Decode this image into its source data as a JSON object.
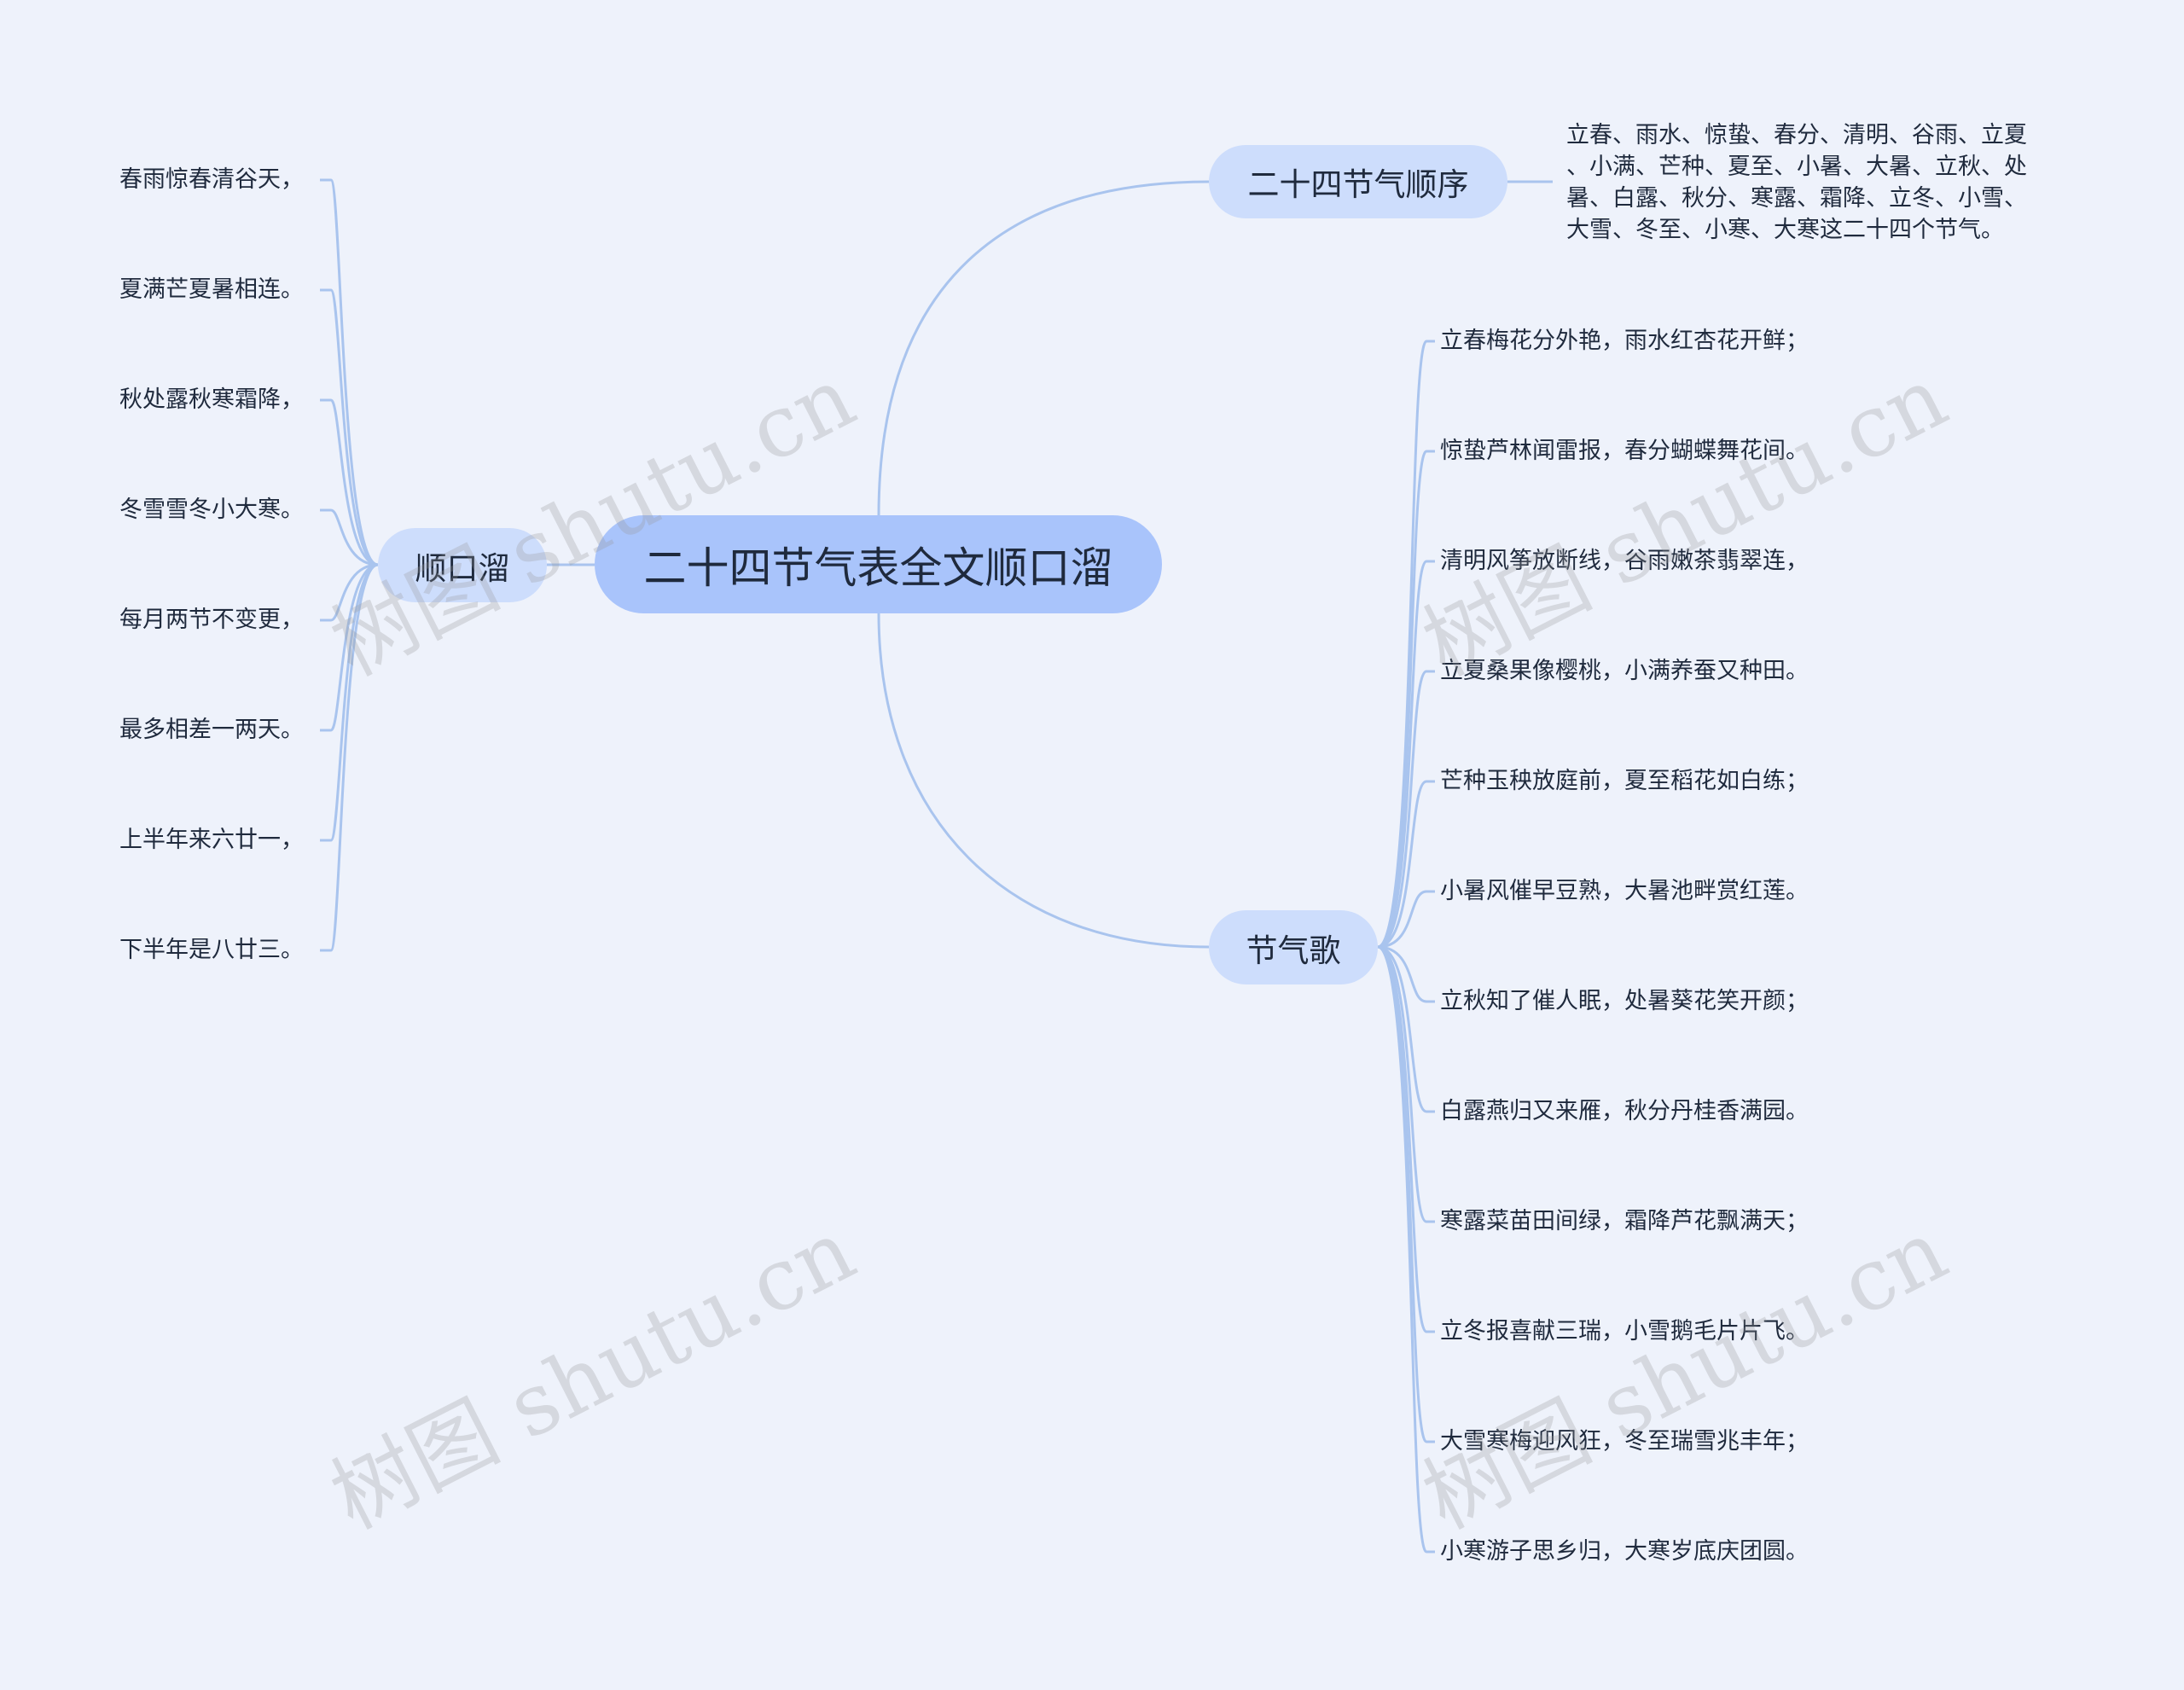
{
  "root": {
    "label": "二十四节气表全文顺口溜"
  },
  "branches": {
    "shunkouliu": {
      "label": "顺口溜",
      "lines": [
        "春雨惊春清谷天，",
        "夏满芒夏暑相连。",
        "秋处露秋寒霜降，",
        "冬雪雪冬小大寒。",
        "每月两节不变更，",
        "最多相差一两天。",
        "上半年来六廿一，",
        "下半年是八廿三。"
      ]
    },
    "order": {
      "label": "二十四节气顺序",
      "text_lines": [
        "立春、雨水、惊蛰、春分、清明、谷雨、立夏",
        "、小满、芒种、夏至、小暑、大暑、立秋、处",
        "暑、白露、秋分、寒露、霜降、立冬、小雪、",
        "大雪、冬至、小寒、大寒这二十四个节气。"
      ]
    },
    "song": {
      "label": "节气歌",
      "lines": [
        "立春梅花分外艳，雨水红杏花开鲜；",
        "惊蛰芦林闻雷报，春分蝴蝶舞花间。",
        "清明风筝放断线，谷雨嫩茶翡翠连，",
        "立夏桑果像樱桃，小满养蚕又种田。",
        "芒种玉秧放庭前，夏至稻花如白练；",
        "小暑风催早豆熟，大暑池畔赏红莲。",
        "立秋知了催人眠，处暑葵花笑开颜；",
        "白露燕归又来雁，秋分丹桂香满园。",
        "寒露菜苗田间绿，霜降芦花飘满天；",
        "立冬报喜献三瑞，小雪鹅毛片片飞。",
        "大雪寒梅迎风狂，冬至瑞雪兆丰年；",
        "小寒游子思乡归，大寒岁底庆团圆。"
      ]
    }
  },
  "watermark": "树图 shutu.cn",
  "colors": {
    "background": "#eef2fb",
    "root": "#a9c4fb",
    "branch": "#cdddfc",
    "link": "#a9c4ee",
    "text": "#1f2a3d"
  }
}
